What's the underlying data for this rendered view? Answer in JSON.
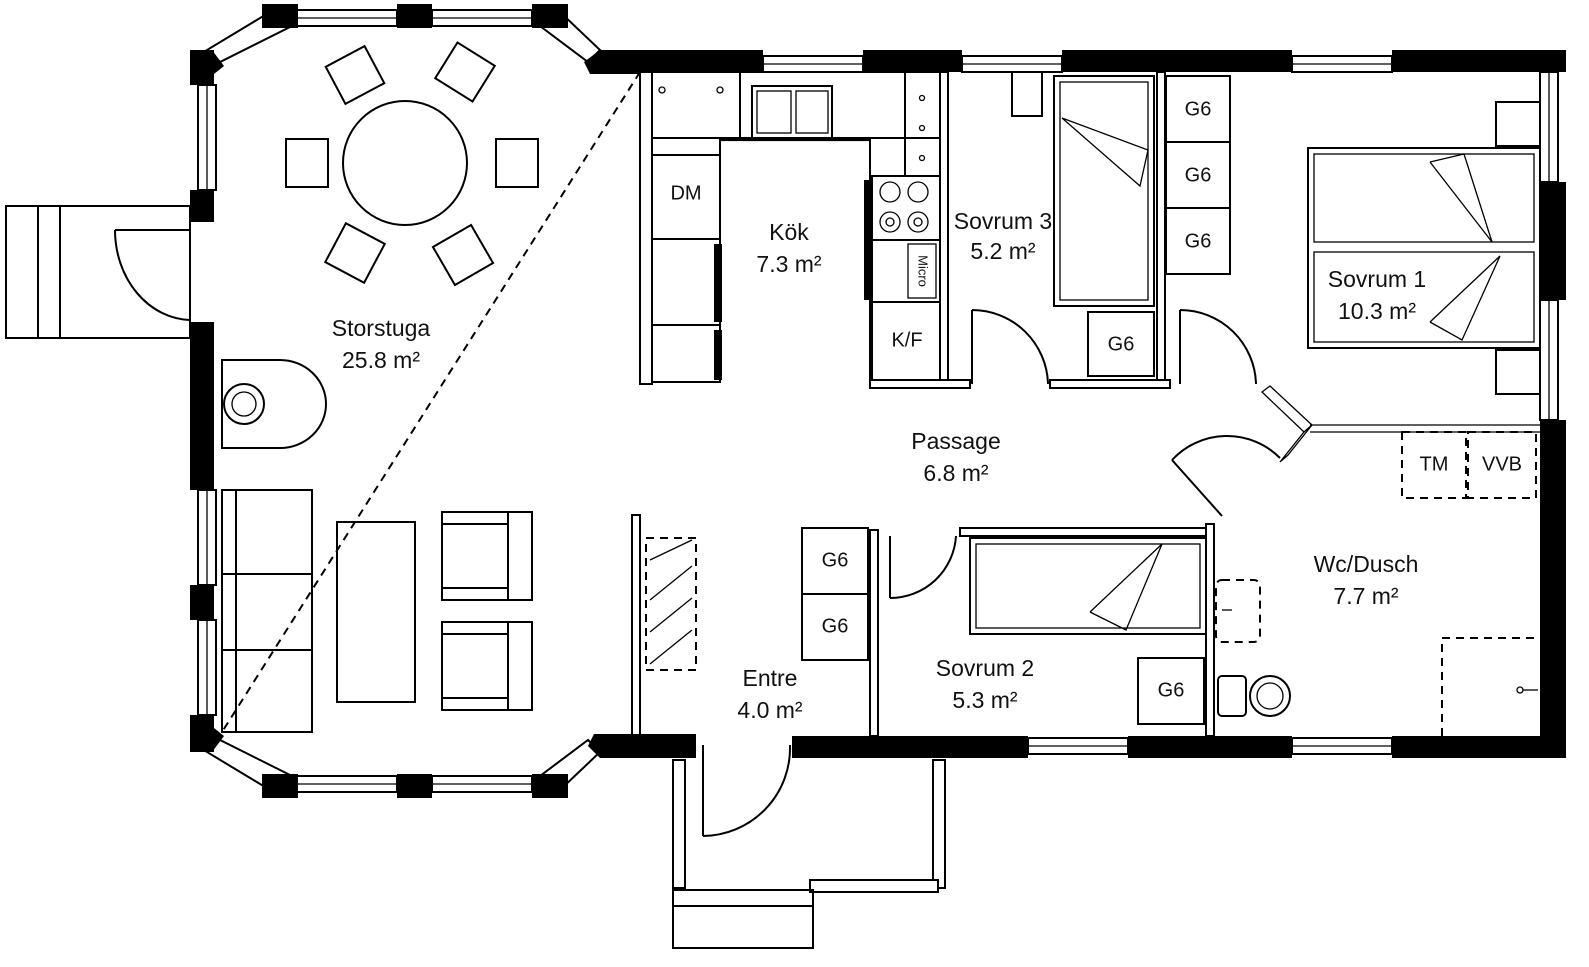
{
  "rooms": [
    {
      "id": "storstuga",
      "name": "Storstuga",
      "area": "25.8 m²"
    },
    {
      "id": "kok",
      "name": "Kök",
      "area": "7.3 m²"
    },
    {
      "id": "sovrum3",
      "name": "Sovrum 3",
      "area": "5.2 m²"
    },
    {
      "id": "sovrum1",
      "name": "Sovrum 1",
      "area": "10.3 m²"
    },
    {
      "id": "passage",
      "name": "Passage",
      "area": "6.8 m²"
    },
    {
      "id": "wc",
      "name": "Wc/Dusch",
      "area": "7.7 m²"
    },
    {
      "id": "sovrum2",
      "name": "Sovrum 2",
      "area": "5.3 m²"
    },
    {
      "id": "entre",
      "name": "Entre",
      "area": "4.0 m²"
    }
  ],
  "fixtures": {
    "dishwasher": "DM",
    "fridge_freezer": "K/F",
    "microwave": "Micro",
    "wardrobe": "G6",
    "washer": "TM",
    "water_heater": "VVB"
  },
  "colors": {
    "line": "#000000",
    "background": "#ffffff"
  }
}
